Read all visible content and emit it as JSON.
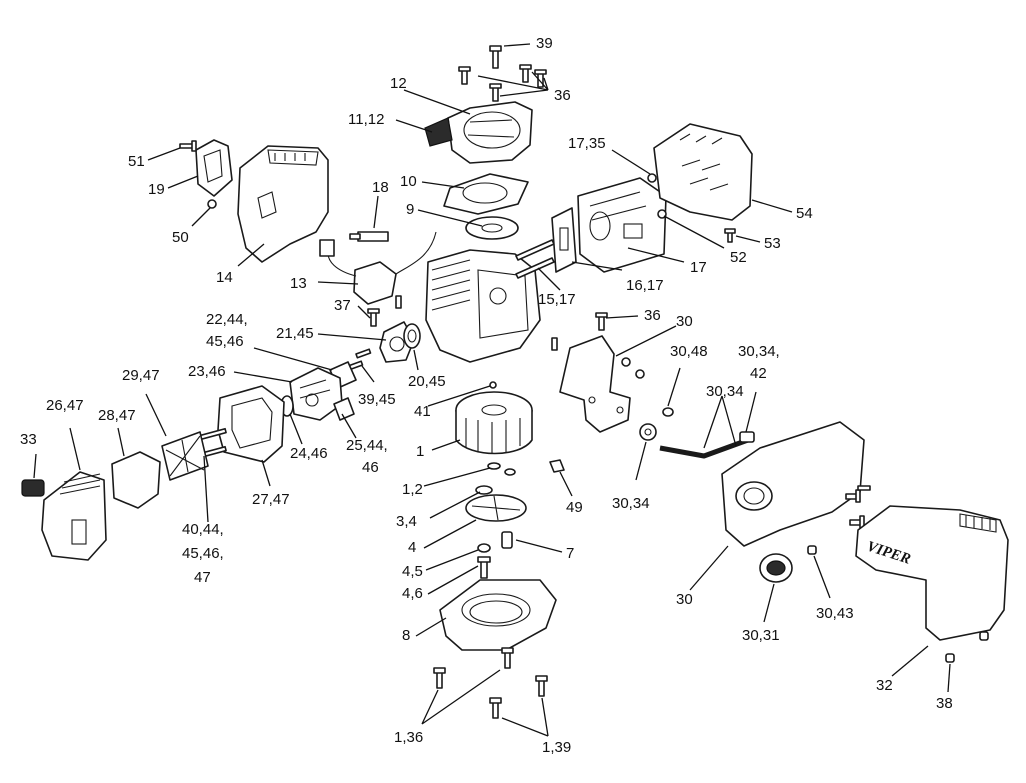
{
  "callouts": {
    "c39": "39",
    "c36": "36",
    "c12": "12",
    "c11_12": "11,12",
    "c17_35": "17,35",
    "c51": "51",
    "c19": "19",
    "c10": "10",
    "c54": "54",
    "c18": "18",
    "c9": "9",
    "c50": "50",
    "c53": "53",
    "c52": "52",
    "c17": "17",
    "c14": "14",
    "c13": "13",
    "c16_17": "16,17",
    "c15_17": "15,17",
    "c37": "37",
    "c36b": "36",
    "c30a": "30",
    "c22": "22,44,",
    "c45_46": "45,46",
    "c21_45": "21,45",
    "c30_48": "30,48",
    "c30_34_top": "30,34,",
    "c42": "42",
    "c23_46": "23,46",
    "c29_47": "29,47",
    "c20_45": "20,45",
    "c30_34_mid": "30,34",
    "c39_45": "39,45",
    "c26_47": "26,47",
    "c28_47": "28,47",
    "c41": "41",
    "c33": "33",
    "c25": "25,44,",
    "c46": "46",
    "c1": "1",
    "c24_46": "24,46",
    "c27_47": "27,47",
    "c1_2": "1,2",
    "c49": "49",
    "c30_34_low": "30,34",
    "c3_4": "3,4",
    "c40": "40,44,",
    "c45_46b": "45,46,",
    "c47": "47",
    "c4": "4",
    "c7": "7",
    "c4_5": "4,5",
    "c4_6": "4,6",
    "c30b": "30",
    "c30_43": "30,43",
    "c30_31": "30,31",
    "c8": "8",
    "c32": "32",
    "c38": "38",
    "c1_36": "1,36",
    "c1_39": "1,39"
  },
  "brand_text": "VIPER",
  "colors": {
    "ink": "#111111",
    "paper": "#ffffff"
  }
}
